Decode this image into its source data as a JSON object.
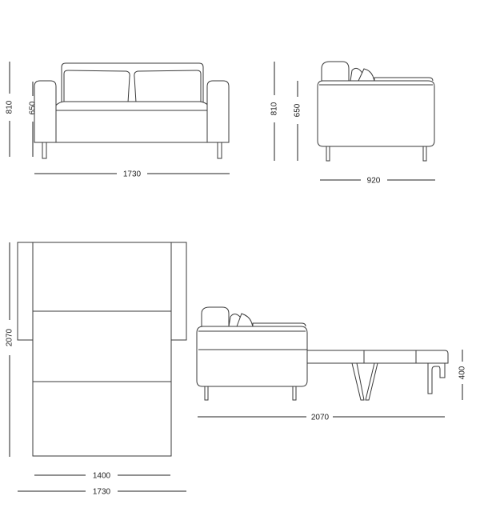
{
  "views": {
    "front": {
      "width": "1730",
      "height": "810",
      "seat_height": "650"
    },
    "side": {
      "depth": "920",
      "height": "810",
      "seat_height": "650"
    },
    "top": {
      "length": "2070",
      "inner_width": "1400",
      "width": "1730"
    },
    "open_side": {
      "length": "2070",
      "bed_height": "400"
    }
  }
}
